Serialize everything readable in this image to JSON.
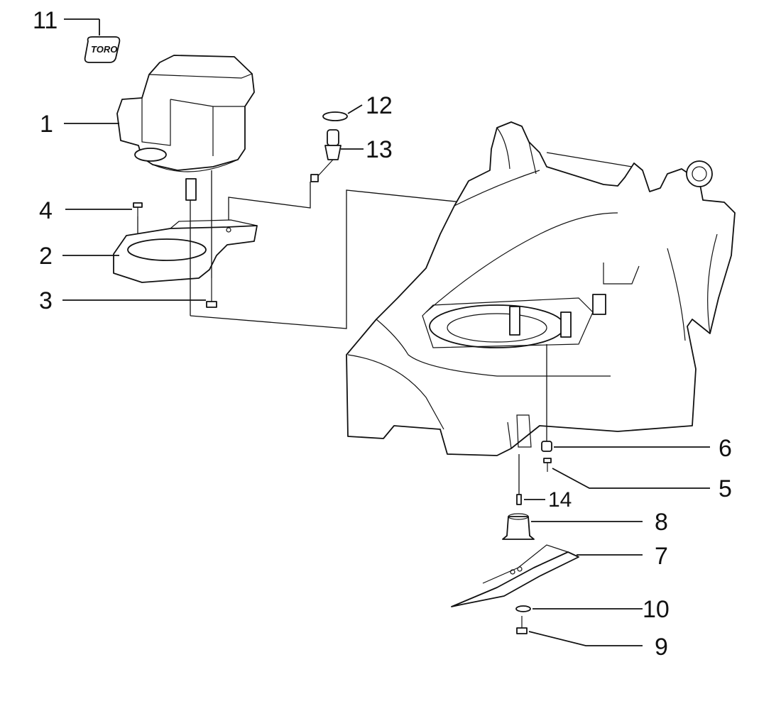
{
  "callouts": {
    "c1": "1",
    "c2": "2",
    "c3": "3",
    "c4": "4",
    "c5": "5",
    "c6": "6",
    "c7": "7",
    "c8": "8",
    "c9": "9",
    "c10": "10",
    "c11": "11",
    "c12": "12",
    "c13": "13",
    "c14": "14"
  },
  "logo": {
    "text": "TORO"
  }
}
